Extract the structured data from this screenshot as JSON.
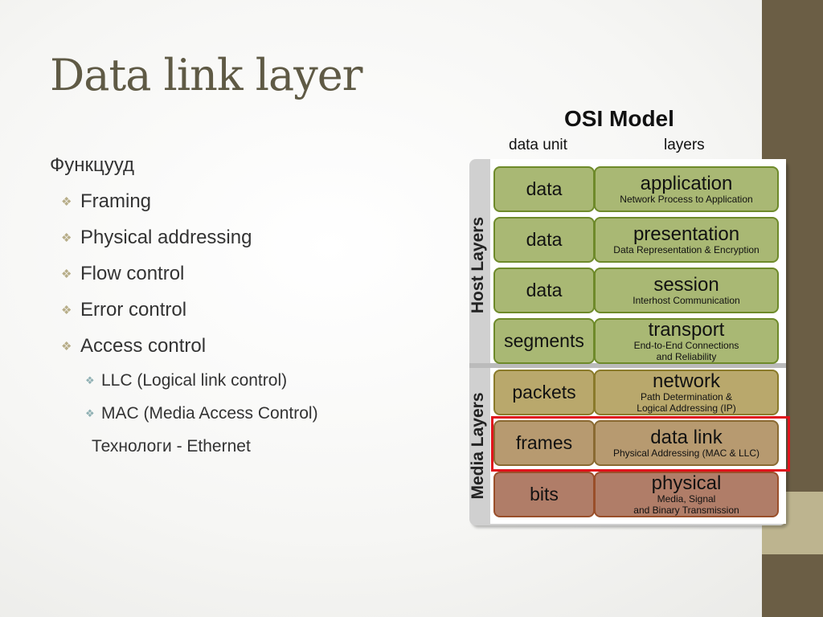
{
  "slide": {
    "title": "Data link layer",
    "bullets": {
      "heading": "Функцууд",
      "items": [
        "Framing",
        "Physical addressing",
        "Flow control",
        "Error control",
        "Access control"
      ],
      "sub_items": [
        "LLC (Logical link control)",
        "MAC (Media Access Control)"
      ],
      "footer": "Технологи - Ethernet"
    },
    "bullet_symbol": "❖"
  },
  "osi": {
    "title": "OSI Model",
    "col_data_unit": "data unit",
    "col_layers": "layers",
    "group_host": "Host Layers",
    "group_media": "Media Layers",
    "layers": [
      {
        "unit": "data",
        "name": "application",
        "desc1": "Network Process to Application",
        "desc2": ""
      },
      {
        "unit": "data",
        "name": "presentation",
        "desc1": "Data Representation & Encryption",
        "desc2": ""
      },
      {
        "unit": "data",
        "name": "session",
        "desc1": "Interhost Communication",
        "desc2": ""
      },
      {
        "unit": "segments",
        "name": "transport",
        "desc1": "End-to-End Connections",
        "desc2": "and Reliability"
      },
      {
        "unit": "packets",
        "name": "network",
        "desc1": "Path Determination &",
        "desc2": "Logical Addressing (IP)"
      },
      {
        "unit": "frames",
        "name": "data link",
        "desc1": "Physical Addressing (MAC & LLC)",
        "desc2": ""
      },
      {
        "unit": "bits",
        "name": "physical",
        "desc1": "Media, Signal",
        "desc2": "and Binary Transmission"
      }
    ],
    "highlighted_layer": "data link",
    "colors": {
      "host_fill": "#a9b874",
      "host_border": "#6e8a2a",
      "network_fill": "#b9a86c",
      "network_border": "#8a7a2a",
      "datalink_fill": "#b79a70",
      "datalink_border": "#8a6a32",
      "physical_fill": "#b07d68",
      "physical_border": "#9a4f2a",
      "highlight": "#e0141c"
    }
  }
}
